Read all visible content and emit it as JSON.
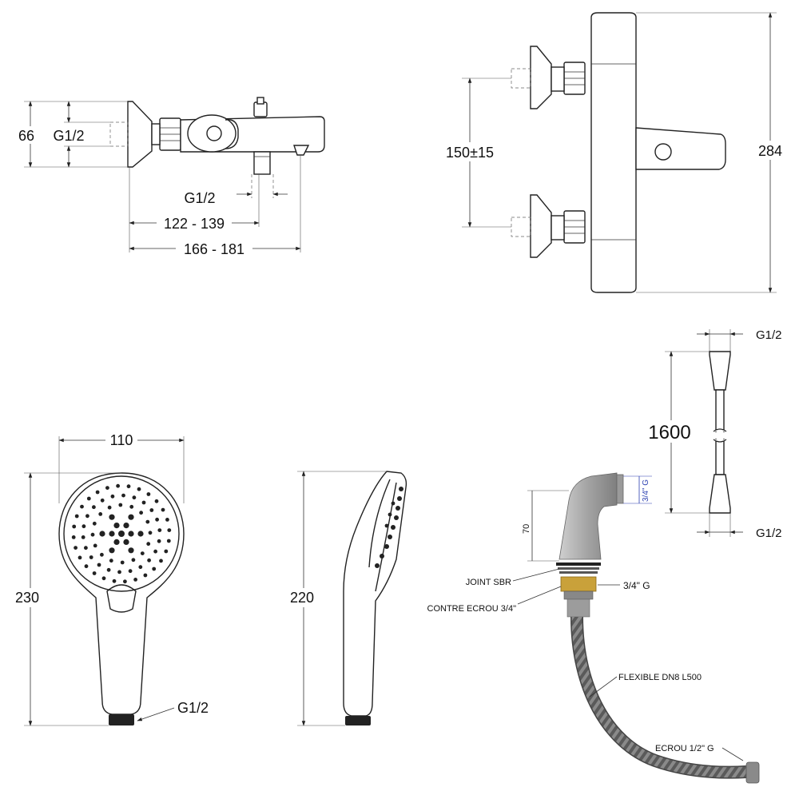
{
  "top_left_view": {
    "dim_height": "66",
    "dim_inlet_thread": "G1/2",
    "dim_outlet_thread": "G1/2",
    "dim_outlet_span": "122 - 139",
    "dim_total_span": "166 - 181"
  },
  "top_right_view": {
    "dim_inlet_spacing": "150±15",
    "dim_total_height": "284"
  },
  "hose_view": {
    "top_thread": "G1/2",
    "length": "1600",
    "bottom_thread": "G1/2"
  },
  "hand_shower_front": {
    "width": "110",
    "height": "230",
    "thread": "G1/2"
  },
  "hand_shower_side": {
    "height": "220"
  },
  "spout_assembly": {
    "thread_label": "3/4\" G",
    "height_label": "70",
    "joint_label": "JOINT SBR",
    "thread_right_label": "3/4\" G",
    "contre_label": "CONTRE ECROU 3/4\"",
    "flexible_label": "FLEXIBLE DN8 L500",
    "ecrou_label": "ECROU 1/2\" G"
  },
  "colors": {
    "line": "#222222",
    "spout_grey": "#9c9c9c",
    "brass": "#c9a13a",
    "thread_blue": "#2a3fb0"
  }
}
